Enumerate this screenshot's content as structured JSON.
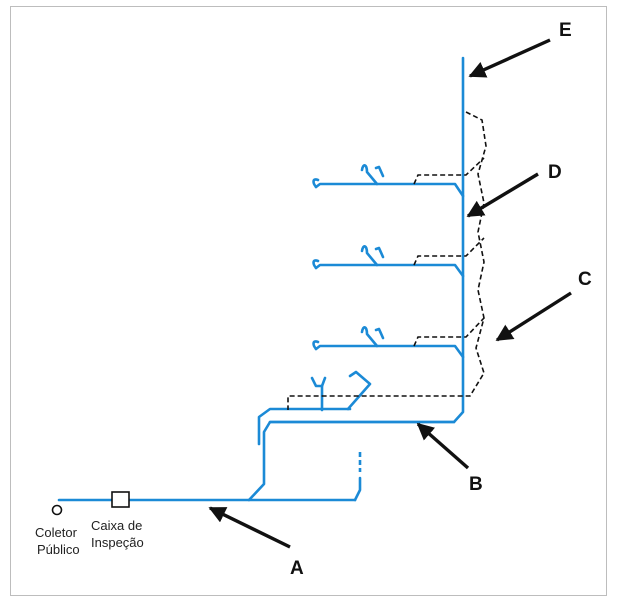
{
  "colors": {
    "pipe": "#1b8ad6",
    "vent": "#111111",
    "arrow": "#111111",
    "border": "#bdbdbd"
  },
  "labels": {
    "collector_line1": "Coletor",
    "collector_line2": "Público",
    "inspection_line1": "Caixa de",
    "inspection_line2": "Inspeção"
  },
  "markers": {
    "a": "A",
    "b": "B",
    "c": "C",
    "d": "D",
    "e": "E"
  }
}
